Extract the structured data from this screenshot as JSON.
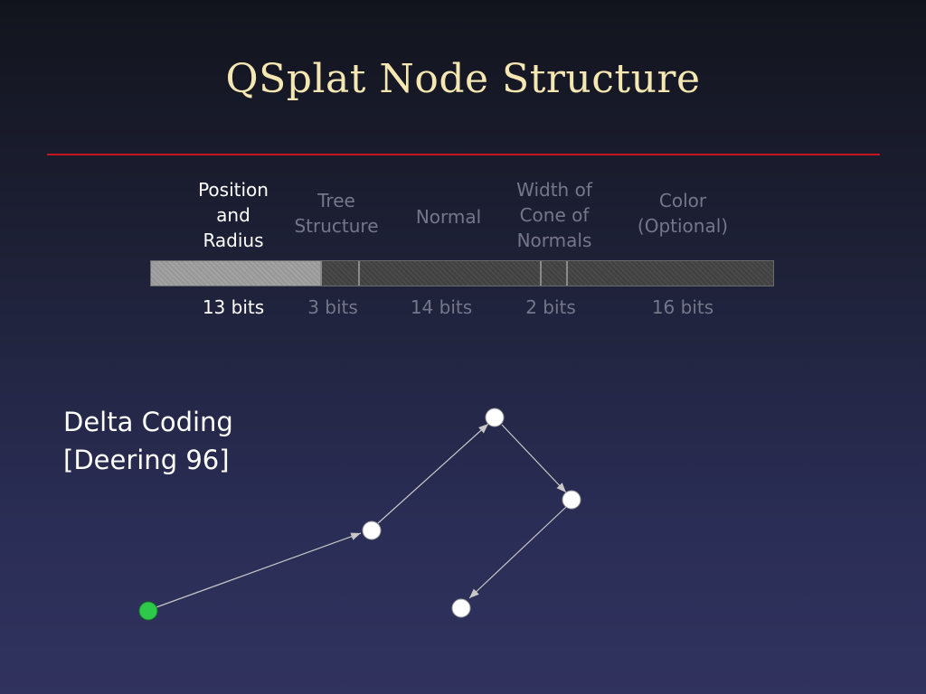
{
  "title": "QSplat Node Structure",
  "fields": [
    {
      "label": "Position\nand\nRadius",
      "bits": "13 bits",
      "active": true
    },
    {
      "label": "Tree\nStructure",
      "bits": "3 bits",
      "active": false
    },
    {
      "label": "Normal",
      "bits": "14 bits",
      "active": false
    },
    {
      "label": "Width of\nCone of\nNormals",
      "bits": "2 bits",
      "active": false
    },
    {
      "label": "Color\n(Optional)",
      "bits": "16 bits",
      "active": false
    }
  ],
  "delta": {
    "line1": "Delta Coding",
    "line2": "[Deering 96]"
  },
  "colors": {
    "title": "#f5e7b2",
    "rule": "#c8141c",
    "start_node": "#2ec84a",
    "node": "#ffffff",
    "edge": "#c8c8c8"
  }
}
